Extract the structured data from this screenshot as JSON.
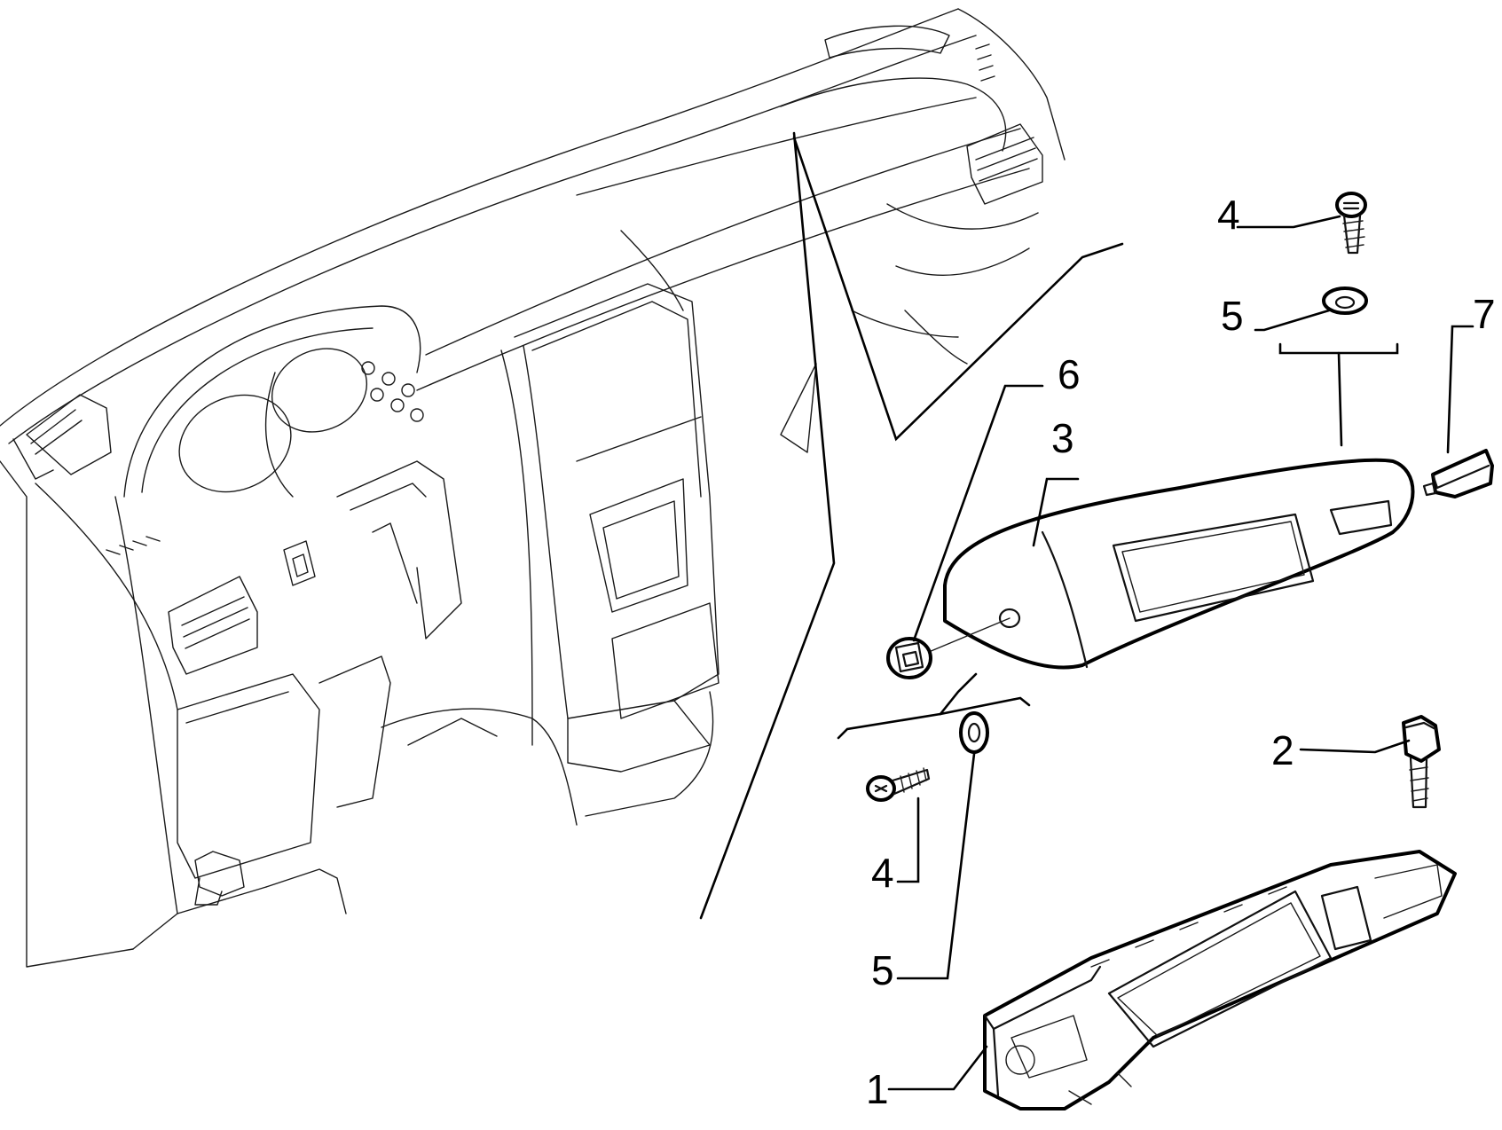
{
  "callouts": {
    "part_1": "1",
    "part_2": "2",
    "part_3": "3",
    "part_4_top": "4",
    "part_4_bottom": "4",
    "part_5_top": "5",
    "part_5_bottom": "5",
    "part_6": "6",
    "part_7": "7"
  },
  "colors": {
    "line": "#000000",
    "background": "#ffffff"
  }
}
